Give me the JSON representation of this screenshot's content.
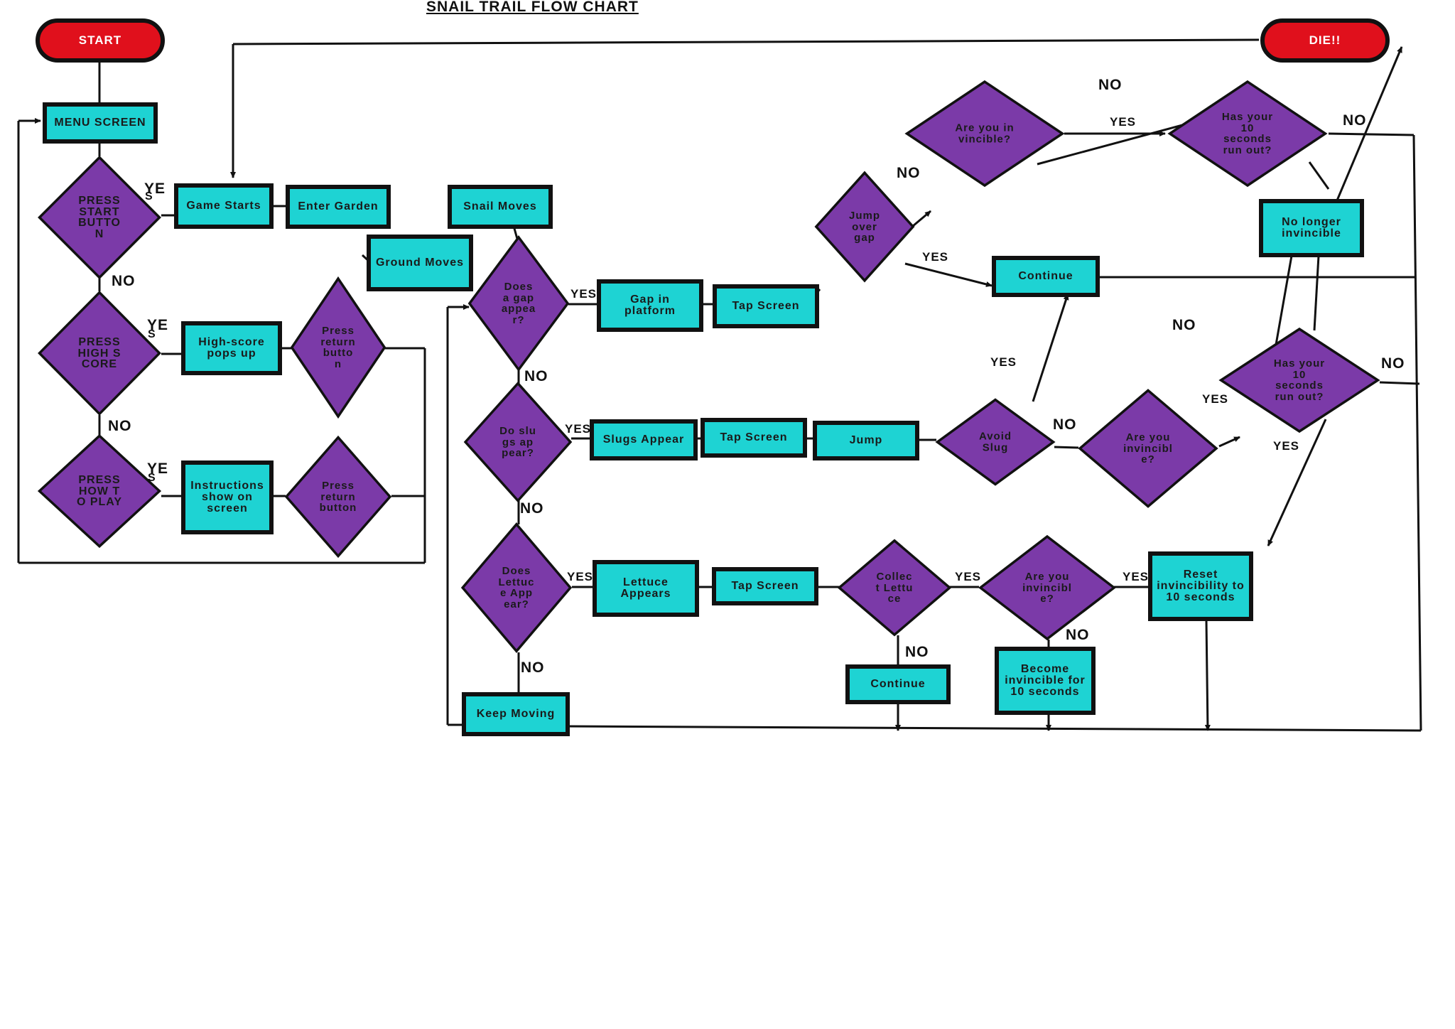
{
  "title": "SNAIL TRAIL FLOW CHART",
  "terminals": {
    "start": "START",
    "die": "DIE!!"
  },
  "boxes": {
    "menu_screen": "MENU SCREEN",
    "game_starts": "Game Starts",
    "enter_garden": "Enter Garden",
    "ground_moves": "Ground Moves",
    "snail_moves": "Snail Moves",
    "highscore_pops": "High-score pops up",
    "instructions_show": "Instructions show on screen",
    "gap_platform": "Gap in platform",
    "tap_screen_1": "Tap Screen",
    "slugs_appear": "Slugs Appear",
    "tap_screen_2": "Tap Screen",
    "jump": "Jump",
    "lettuce_appears": "Lettuce Appears",
    "tap_screen_3": "Tap Screen",
    "continue_1": "Continue",
    "continue_2": "Continue",
    "become_invincible": "Become invincible for 10 seconds",
    "reset_invincibility": "Reset invincibility to 10 seconds",
    "keep_moving": "Keep Moving",
    "no_longer_invincible": "No longer invincible"
  },
  "decisions": {
    "press_start": "PRESS START BUTTON",
    "press_highscore": "PRESS HIGH SCORE",
    "press_howtoplay": "PRESS HOW TO PLAY",
    "press_return_1": "Press return button",
    "press_return_2": "Press return button",
    "gap_appear": "Does a gap appear?",
    "slugs_appear": "Do slugs appear?",
    "lettuce_appear": "Does Lettuce Appear?",
    "jump_over_gap": "Jump over gap",
    "are_invincible_top": "Are you invincible?",
    "ten_seconds_top": "Has your 10 seconds run out?",
    "avoid_slug": "Avoid Slug",
    "are_invincible_mid": "Are you invincible?",
    "ten_seconds_mid": "Has your 10 seconds run out?",
    "collect_lettuce": "Collect Lettuce",
    "are_invincible_bottom": "Are you invincible?"
  },
  "labels": {
    "ye_1": "YE",
    "ye_1b": "S",
    "no_1": "NO",
    "ye_2": "YE",
    "ye_2b": "S",
    "no_2": "NO",
    "ye_3": "YE",
    "ye_3b": "S",
    "yes_gap": "YES",
    "no_gap": "NO",
    "yes_slugs": "YES",
    "no_slugs": "NO",
    "yes_lettuce": "YES",
    "no_lettuce": "NO",
    "no_jump": "NO",
    "yes_jump": "YES",
    "yes_inv_top": "YES",
    "no_inv_top": "NO",
    "no_ten_top": "NO",
    "yes_avoid": "YES",
    "no_avoid": "NO",
    "yes_inv_mid": "YES",
    "no_inv_mid": "NO",
    "no_ten_mid": "NO",
    "yes_ten_mid": "YES",
    "yes_collect": "YES",
    "no_collect": "NO",
    "yes_inv_bottom": "YES",
    "no_inv_bottom": "NO"
  },
  "colors": {
    "terminal": "#e0101c",
    "process": "#1ed3d3",
    "decision": "#7b3aa8",
    "outline": "#111111"
  }
}
